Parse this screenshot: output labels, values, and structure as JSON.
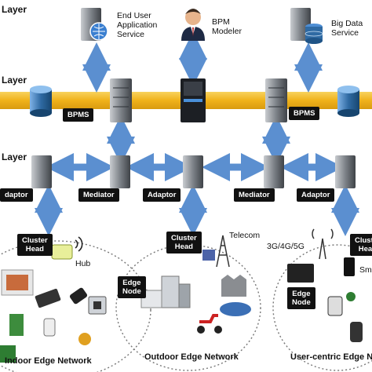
{
  "layers": {
    "top": "Layer",
    "bus": "Layer",
    "mediation": "Layer"
  },
  "services": {
    "end_user": "End User\nApplication\nService",
    "bpm_modeler": "BPM\nModeler",
    "big_data": "Big Data\nService"
  },
  "bus_nodes": {
    "bpms_left": "BPMS",
    "bpms_right": "BPMS"
  },
  "mediation_nodes": {
    "adaptor_left": "daptor",
    "mediator_1": "Mediator",
    "adaptor_mid": "Adaptor",
    "mediator_2": "Mediator",
    "adaptor_right": "Adaptor"
  },
  "edge": {
    "cluster_head_left": "Cluster\nHead",
    "cluster_head_mid": "Cluster\nHead",
    "cluster_head_right": "Cluster\nHead",
    "hub": "Hub",
    "telecom": "Telecom",
    "cellular": "3G/4G/5G",
    "smart_partial": "Sm",
    "edge_node_mid": "Edge\nNode",
    "edge_node_right": "Edge\nNode"
  },
  "networks": {
    "indoor": "Indoor Edge Network",
    "outdoor": "Outdoor Edge Network",
    "user_centric": "User-centric Edge N"
  },
  "colors": {
    "arrow": "#5b8fd0",
    "bus": "#f2b81f",
    "server": "#8a8f96",
    "db": "#2f6aa3",
    "tag": "#111111"
  }
}
